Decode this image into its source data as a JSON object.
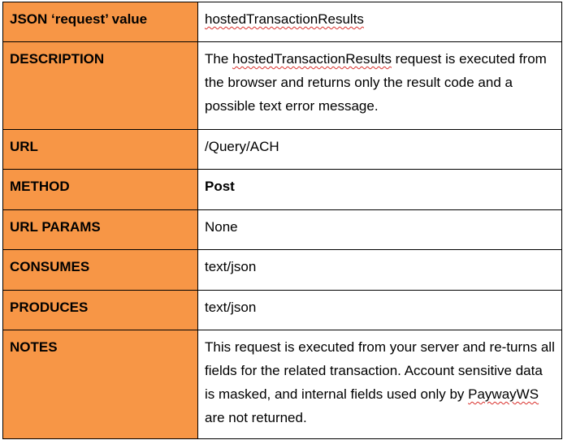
{
  "table": {
    "rows": [
      {
        "key": "JSON ‘request’ value",
        "value": "hostedTransactionResults"
      },
      {
        "key": "DESCRIPTION",
        "value_parts": [
          "The ",
          "hostedTransactionResults",
          " request is executed from the browser and returns only the result code and a possible text error message."
        ]
      },
      {
        "key": "URL",
        "value": "/Query/ACH"
      },
      {
        "key": "METHOD",
        "value": "Post"
      },
      {
        "key": "URL PARAMS",
        "value": "None"
      },
      {
        "key": "CONSUMES",
        "value": "text/json"
      },
      {
        "key": "PRODUCES",
        "value": "text/json"
      },
      {
        "key": "NOTES",
        "value_parts": [
          "This request is executed from your server and re-turns all fields for the related transaction. Account sensitive data is masked, and internal fields used only by ",
          "PaywayWS",
          " are not returned."
        ]
      }
    ]
  },
  "colors": {
    "key_cell_bg": "#f79646",
    "border": "#000000",
    "spellcheck_underline": "#d9302c"
  }
}
